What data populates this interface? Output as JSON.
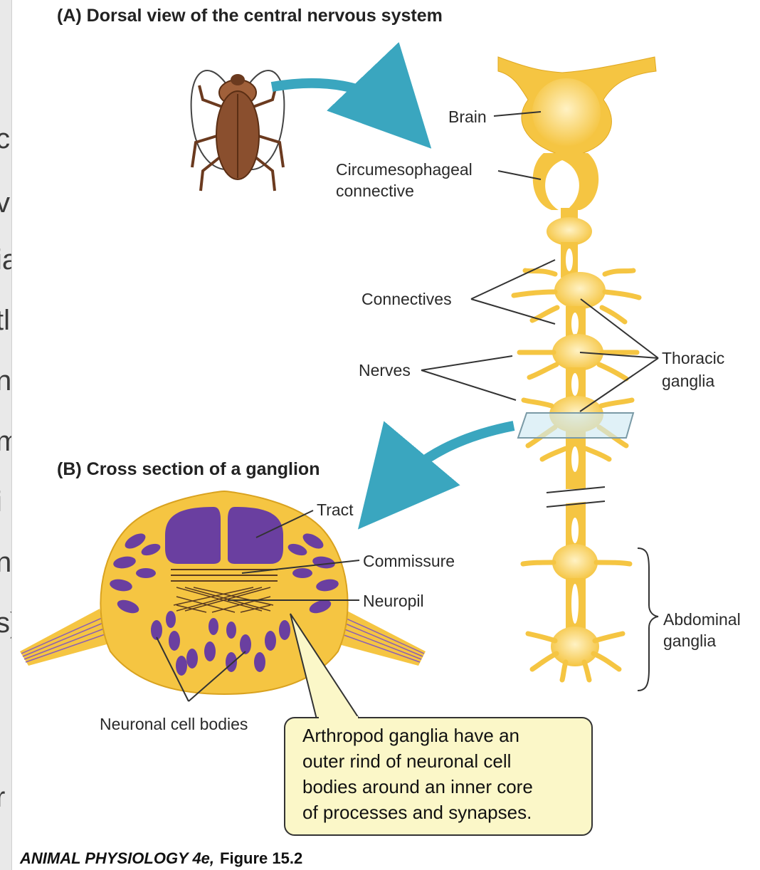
{
  "figure": {
    "panel_a_title": "(A) Dorsal view of the central nervous system",
    "panel_b_title": "(B) Cross section of a ganglion",
    "caption_book": "ANIMAL PHYSIOLOGY 4e,",
    "caption_fig": "Figure 15.2"
  },
  "labels": {
    "brain": "Brain",
    "circum_1": "Circumesophageal",
    "circum_2": "connective",
    "connectives": "Connectives",
    "nerves": "Nerves",
    "thoracic_1": "Thoracic",
    "thoracic_2": "ganglia",
    "abdominal_1": "Abdominal",
    "abdominal_2": "ganglia",
    "tract": "Tract",
    "commissure": "Commissure",
    "neuropil": "Neuropil",
    "cell_bodies": "Neuronal cell bodies"
  },
  "callout": {
    "line1": "Arthropod ganglia have an",
    "line2": "outer rind of neuronal cell",
    "line3": "bodies around an inner core",
    "line4": "of processes and synapses."
  },
  "left_strip_fragments": [
    "c",
    "v",
    "ia",
    "tl",
    "nl",
    "m",
    "i",
    "n",
    "s)",
    "r"
  ],
  "colors": {
    "ganglion_fill": "#f5c542",
    "ganglion_light": "#fbe7a6",
    "tract_purple": "#6a3fa0",
    "arrow_teal": "#3aa6bf",
    "callout_fill": "#fbf7c8",
    "cockroach_brown": "#8a4f2e"
  }
}
